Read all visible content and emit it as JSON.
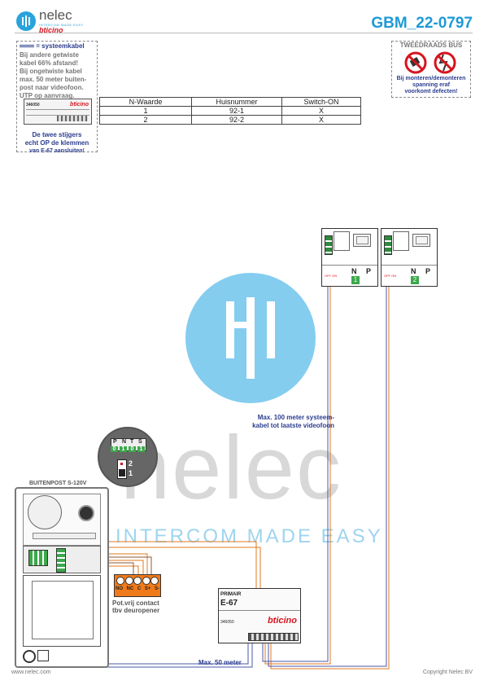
{
  "header": {
    "logo_text": "nelec",
    "logo_tagline": "INTERCOM MADE EASY",
    "brand": "bticino",
    "doc_code": "GBM_22-0797"
  },
  "note_left": {
    "legend_label": "= systeemkabel",
    "lines": [
      "Bij andere getwiste",
      "kabel 66% afstand!",
      "Bij ongetwiste kabel",
      "max. 50 meter buiten-",
      "post naar videofoon.",
      "UTP op aanvraag."
    ],
    "module_code": "346050",
    "module_brand": "bticino",
    "bottom_lines": [
      "De twee stijgers",
      "echt OP de klemmen",
      "van E-67 aansluiten!"
    ]
  },
  "note_right": {
    "title": "TWEEDRAADS BUS",
    "lines": [
      "Bij monteren/demonteren",
      "spanning eraf",
      "voorkomt defecten!"
    ]
  },
  "table": {
    "headers": [
      "N-Waarde",
      "Huisnummer",
      "Switch-ON"
    ],
    "rows": [
      [
        "1",
        "92-1",
        "X"
      ],
      [
        "2",
        "92-2",
        "X"
      ]
    ]
  },
  "watermark": {
    "word": "nelec",
    "tagline": "INTERCOM MADE EASY"
  },
  "labels": {
    "max100_l1": "Max. 100 meter systeem-",
    "max100_l2": "kabel tot laatste videofoon",
    "max50": "Max. 50 meter",
    "buitenpost": "BUITENPOST S-120V",
    "potvrij_l1": "Pot.vrij contact",
    "potvrij_l2": "tbv deuropener"
  },
  "dip": {
    "letters": [
      "P",
      "N",
      "T",
      "S"
    ],
    "values": [
      "0",
      "1",
      "0",
      "1"
    ],
    "switch_labels": [
      "2",
      "1"
    ]
  },
  "relay": {
    "terminals": [
      "NO",
      "NC",
      "C",
      "S+",
      "S-"
    ]
  },
  "primair": {
    "label": "PRIMAIR",
    "model": "E-67",
    "code": "346050",
    "brand": "bticino"
  },
  "videophones": [
    {
      "n_label": "N",
      "p_label": "P",
      "n_value": "1",
      "off_on": "OFF ON"
    },
    {
      "n_label": "N",
      "p_label": "P",
      "n_value": "2",
      "off_on": "OFF ON"
    }
  ],
  "footer": {
    "left": "www.nelec.com",
    "right": "Copyright Nelec BV"
  }
}
